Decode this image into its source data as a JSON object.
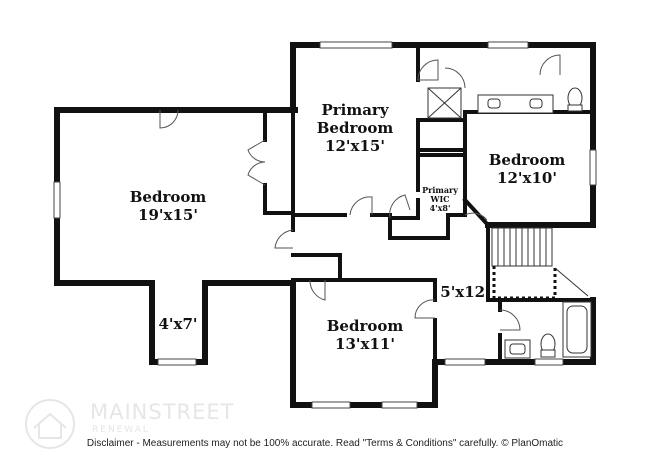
{
  "rooms": {
    "bedroom_left": {
      "name": "Bedroom",
      "size": "19'x15'"
    },
    "closet_left": {
      "size": "4'x7'"
    },
    "primary": {
      "name_line1": "Primary",
      "name_line2": "Bedroom",
      "size": "12'x15'"
    },
    "primary_wic": {
      "name_line1": "Primary",
      "name_line2": "WIC",
      "size": "4'x8'"
    },
    "bedroom_right": {
      "name": "Bedroom",
      "size": "12'x10'"
    },
    "hall": {
      "size": "5'x12'"
    },
    "bedroom_bottom": {
      "name": "Bedroom",
      "size": "13'x11'"
    }
  },
  "watermark": {
    "brand": "MAINSTREET",
    "sub": "RENEWAL"
  },
  "disclaimer": "Disclaimer - Measurements may not be 100% accurate. Read \"Terms & Conditions\" carefully. © PlanOmatic"
}
